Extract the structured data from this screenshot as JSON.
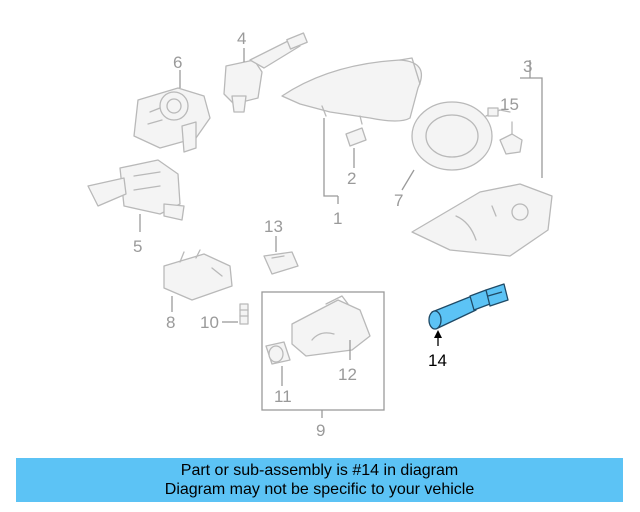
{
  "labels": {
    "p1": "1",
    "p2": "2",
    "p3": "3",
    "p4": "4",
    "p5": "5",
    "p6": "6",
    "p7": "7",
    "p8": "8",
    "p9": "9",
    "p10": "10",
    "p11": "11",
    "p12": "12",
    "p13": "13",
    "p14": "14",
    "p15": "15"
  },
  "highlight": {
    "part": "14",
    "color": "#5cc3f5"
  },
  "banner": {
    "line1": "Part or sub-assembly is #14 in diagram",
    "line2": "Diagram may not be specific to your vehicle",
    "color": "#5cc3f5"
  }
}
